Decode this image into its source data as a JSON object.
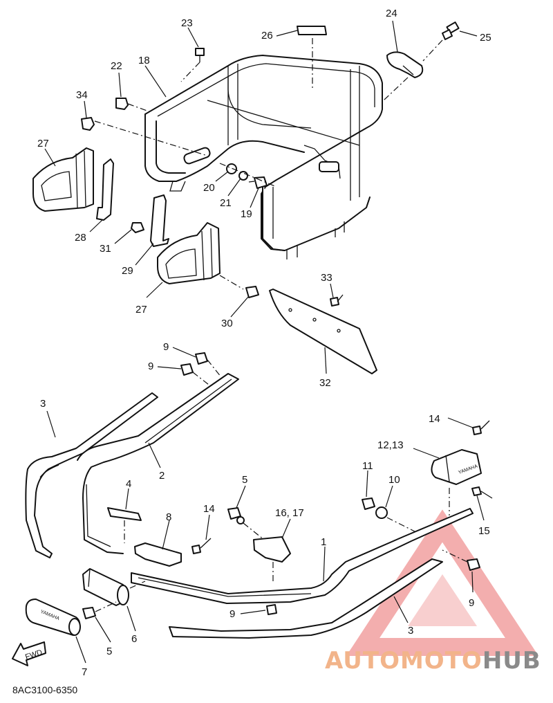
{
  "diagram_code": "8AC3100-6350",
  "callouts": [
    {
      "id": "c1",
      "text": "1"
    },
    {
      "id": "c2",
      "text": "2"
    },
    {
      "id": "c3a",
      "text": "3"
    },
    {
      "id": "c3b",
      "text": "3"
    },
    {
      "id": "c4",
      "text": "4"
    },
    {
      "id": "c5a",
      "text": "5"
    },
    {
      "id": "c5b",
      "text": "5"
    },
    {
      "id": "c6",
      "text": "6"
    },
    {
      "id": "c7",
      "text": "7"
    },
    {
      "id": "c8",
      "text": "8"
    },
    {
      "id": "c9a",
      "text": "9"
    },
    {
      "id": "c9b",
      "text": "9"
    },
    {
      "id": "c9c",
      "text": "9"
    },
    {
      "id": "c9d",
      "text": "9"
    },
    {
      "id": "c10",
      "text": "10"
    },
    {
      "id": "c11",
      "text": "11"
    },
    {
      "id": "c1213",
      "text": "12,13"
    },
    {
      "id": "c14a",
      "text": "14"
    },
    {
      "id": "c14b",
      "text": "14"
    },
    {
      "id": "c15",
      "text": "15"
    },
    {
      "id": "c1617",
      "text": "16, 17"
    },
    {
      "id": "c18",
      "text": "18"
    },
    {
      "id": "c19",
      "text": "19"
    },
    {
      "id": "c20",
      "text": "20"
    },
    {
      "id": "c21",
      "text": "21"
    },
    {
      "id": "c22",
      "text": "22"
    },
    {
      "id": "c23",
      "text": "23"
    },
    {
      "id": "c24",
      "text": "24"
    },
    {
      "id": "c25",
      "text": "25"
    },
    {
      "id": "c26",
      "text": "26"
    },
    {
      "id": "c27a",
      "text": "27"
    },
    {
      "id": "c27b",
      "text": "27"
    },
    {
      "id": "c28",
      "text": "28"
    },
    {
      "id": "c29",
      "text": "29"
    },
    {
      "id": "c30",
      "text": "30"
    },
    {
      "id": "c31",
      "text": "31"
    },
    {
      "id": "c32",
      "text": "32"
    },
    {
      "id": "c33",
      "text": "33"
    },
    {
      "id": "c34",
      "text": "34"
    }
  ],
  "fwd_label": "FWD",
  "grip_label": "YAMAHA",
  "watermark": {
    "part1": "AUTOMOTO",
    "part2": "HUB",
    "color_part1": "#f2b48a",
    "color_part2": "#8a8a8a",
    "logo_color": "#f2a0a0"
  }
}
